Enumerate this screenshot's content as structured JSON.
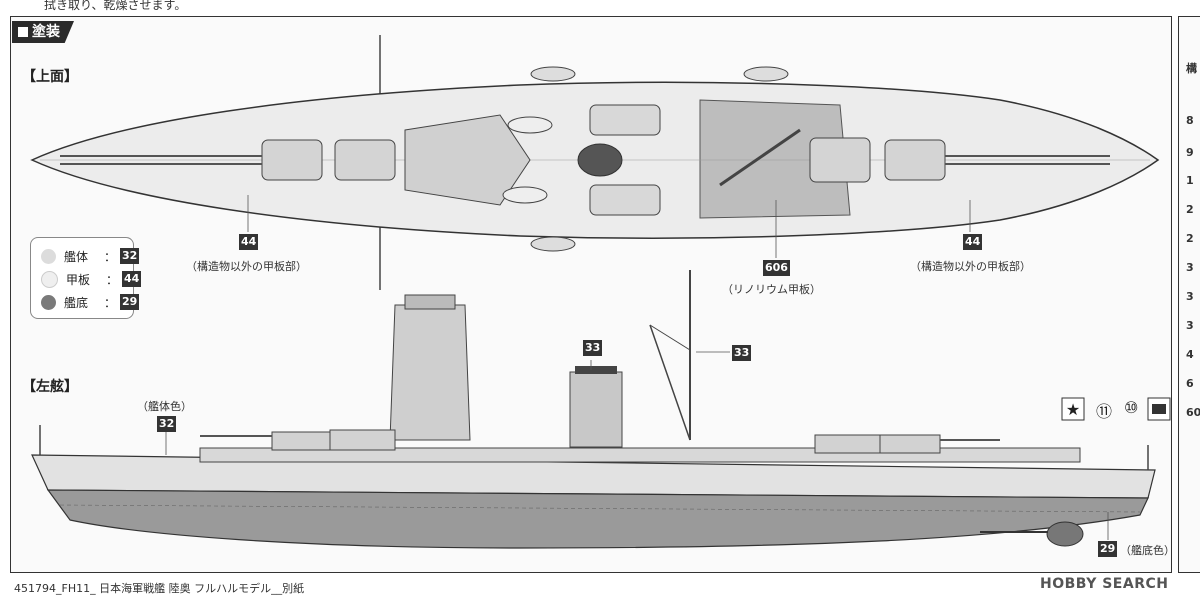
{
  "header": {
    "top_note": "拭き取り、乾燥させます。",
    "section_title": "塗装"
  },
  "views": {
    "top_label": "【上面】",
    "side_label": "【左舷】"
  },
  "legend": {
    "items": [
      {
        "label": "艦体",
        "code": "32",
        "color": "#dcdcdc"
      },
      {
        "label": "甲板",
        "code": "44",
        "color": "#efefef"
      },
      {
        "label": "艦底",
        "code": "29",
        "color": "#7a7a7a"
      }
    ]
  },
  "callouts": {
    "deck_left_code": "44",
    "deck_left_note": "（構造物以外の甲板部）",
    "linoleum_code": "606",
    "linoleum_note": "（リノリウム甲板）",
    "deck_right_code": "44",
    "deck_right_note": "（構造物以外の甲板部）",
    "funnel_code": "33",
    "mast_code": "33",
    "hull_note": "（艦体色）",
    "hull_code": "32",
    "bottom_code": "29",
    "bottom_note": "（艦底色）"
  },
  "decals": {
    "num_11": "⑪",
    "num_10": "⑩"
  },
  "right_column": {
    "header": "構",
    "rows": [
      "8",
      "9",
      "1",
      "2",
      "2",
      "3",
      "3",
      "3",
      "4",
      "6",
      "60"
    ]
  },
  "footer": {
    "caption": "451794_FH11_ 日本海軍戦艦 陸奥 フルハルモデル__別紙"
  },
  "watermark": {
    "text": "HOBBY SEARCH"
  }
}
